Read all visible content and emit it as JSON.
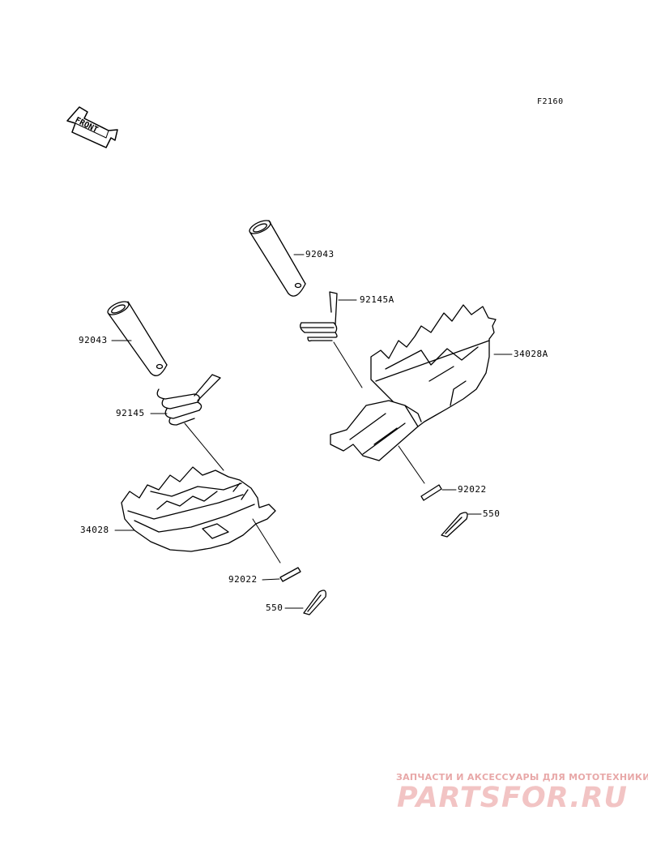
{
  "figure_id": "F2160",
  "front_label": "FRONT",
  "labels": {
    "pin_right": "92043",
    "spring_right": "92145A",
    "footpeg_right": "34028A",
    "washer_right": "92022",
    "cotter_right": "550",
    "pin_left": "92043",
    "spring_left": "92145",
    "footpeg_left": "34028",
    "washer_left": "92022",
    "cotter_left": "550"
  },
  "watermark": {
    "tagline": "ЗАПЧАСТИ И АКСЕССУАРЫ ДЛЯ МОТОТЕХНИКИ",
    "logo": "PARTSFOR.RU"
  }
}
